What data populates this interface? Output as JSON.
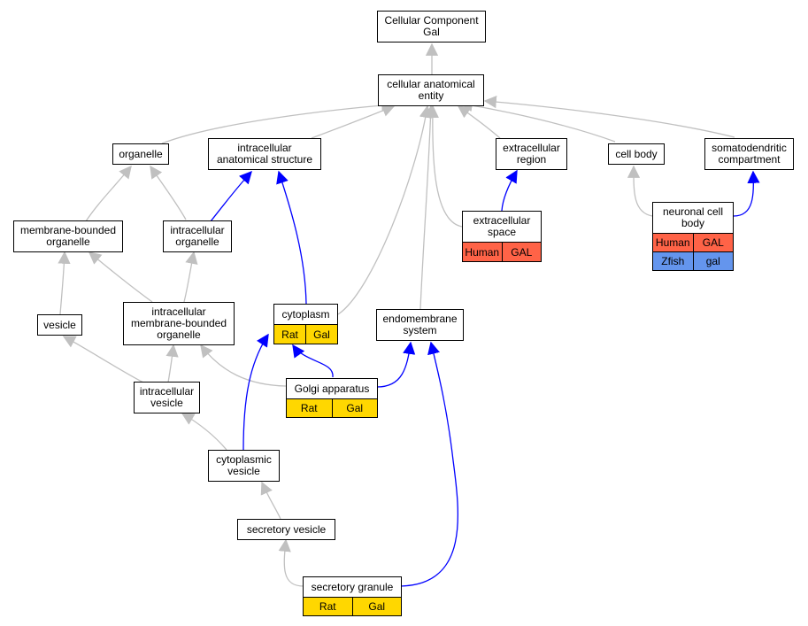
{
  "nodes": {
    "cc": {
      "label": "Cellular Component\nGal"
    },
    "cae": {
      "label": "cellular anatomical\nentity"
    },
    "organelle": {
      "label": "organelle"
    },
    "ias": {
      "label": "intracellular\nanatomical structure"
    },
    "exreg": {
      "label": "extracellular\nregion"
    },
    "cellbody": {
      "label": "cell body"
    },
    "somato": {
      "label": "somatodendritic\ncompartment"
    },
    "mbo": {
      "label": "membrane-bounded\norganelle"
    },
    "io": {
      "label": "intracellular\norganelle"
    },
    "exspace": {
      "label": "extracellular\nspace",
      "tags": [
        {
          "text": "Human",
          "color": "red"
        },
        {
          "text": "GAL",
          "color": "red"
        }
      ]
    },
    "ncb": {
      "label": "neuronal cell\nbody",
      "tags": [
        {
          "text": "Human",
          "color": "red"
        },
        {
          "text": "GAL",
          "color": "red"
        }
      ],
      "tags2": [
        {
          "text": "Zfish",
          "color": "blue"
        },
        {
          "text": "gal",
          "color": "blue"
        }
      ]
    },
    "vesicle": {
      "label": "vesicle"
    },
    "imbo": {
      "label": "intracellular\nmembrane-bounded\norganelle"
    },
    "cytoplasm": {
      "label": "cytoplasm",
      "tags": [
        {
          "text": "Rat",
          "color": "gold"
        },
        {
          "text": "Gal",
          "color": "gold"
        }
      ]
    },
    "endo": {
      "label": "endomembrane\nsystem"
    },
    "iv": {
      "label": "intracellular\nvesicle"
    },
    "golgi": {
      "label": "Golgi apparatus",
      "tags": [
        {
          "text": "Rat",
          "color": "gold"
        },
        {
          "text": "Gal",
          "color": "gold"
        }
      ]
    },
    "cv": {
      "label": "cytoplasmic\nvesicle"
    },
    "sv": {
      "label": "secretory vesicle"
    },
    "sg": {
      "label": "secretory granule",
      "tags": [
        {
          "text": "Rat",
          "color": "gold"
        },
        {
          "text": "Gal",
          "color": "gold"
        }
      ]
    }
  },
  "colors": {
    "gray_edge": "#c0c0c0",
    "blue_edge": "#0000ff",
    "gold": "#ffd700",
    "red": "#ff6347",
    "blue": "#6495ed"
  }
}
